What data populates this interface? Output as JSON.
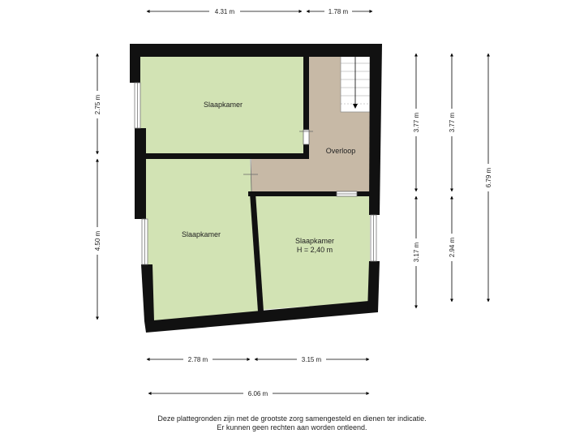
{
  "rooms": {
    "top_left": "Slaapkamer",
    "landing": "Overloop",
    "bottom_left": "Slaapkamer",
    "bottom_right": "Slaapkamer",
    "bottom_right_height": "H = 2,40 m"
  },
  "dimensions": {
    "top_left": "4.31 m",
    "top_right": "1.78 m",
    "left_upper": "2.75 m",
    "left_lower": "4.50 m",
    "right_inner_upper": "3.77 m",
    "right_inner_lower": "3.17 m",
    "right_middle_upper": "3.77 m",
    "right_middle_lower": "2.94 m",
    "right_total": "6.79 m",
    "bottom_left": "2.78 m",
    "bottom_right": "3.15 m",
    "bottom_total": "6.06 m"
  },
  "disclaimer": {
    "line1": "Deze plattegronden zijn met de grootste zorg samengesteld en dienen ter indicatie.",
    "line2": "Er kunnen geen rechten aan worden ontleend."
  },
  "colors": {
    "room_fill": "#d2e3b4",
    "landing_fill": "#c7b9a6",
    "wall": "#111111",
    "stair_fill": "#ffffff"
  }
}
